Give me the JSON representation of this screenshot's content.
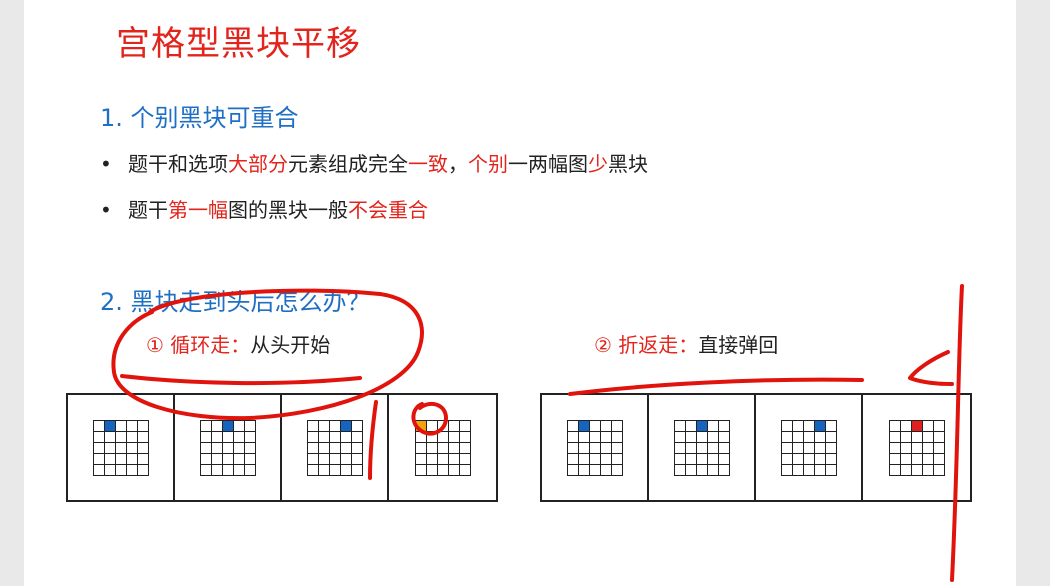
{
  "title": "宫格型黑块平移",
  "section1": {
    "heading": "1. 个别黑块可重合",
    "bullets": [
      {
        "segments": [
          {
            "text": "题干和选项",
            "red": false
          },
          {
            "text": "大部分",
            "red": true
          },
          {
            "text": "元素组成完全",
            "red": false
          },
          {
            "text": "一致",
            "red": true
          },
          {
            "text": "，",
            "red": false
          },
          {
            "text": "个别",
            "red": true
          },
          {
            "text": "一两幅图",
            "red": false
          },
          {
            "text": "少",
            "red": true
          },
          {
            "text": "黑块",
            "red": false
          }
        ]
      },
      {
        "segments": [
          {
            "text": "题干",
            "red": false
          },
          {
            "text": "第一幅",
            "red": true
          },
          {
            "text": "图的黑块一般",
            "red": false
          },
          {
            "text": "不会重合",
            "red": true
          }
        ]
      }
    ]
  },
  "section2": {
    "heading": "2. 黑块走到头后怎么办？",
    "left_label": {
      "prefix": "① 循环走：",
      "text": "从头开始"
    },
    "right_label": {
      "prefix": "② 折返走：",
      "text": "直接弹回"
    }
  },
  "colors": {
    "title": "#e2241c",
    "heading": "#1f6fc4",
    "highlight": "#e2241c",
    "blue_cell": "#1565c0",
    "orange_cell": "#f0a30a",
    "red_cell": "#e02020",
    "ink": "#e0140c"
  },
  "figures": {
    "cyclic": {
      "panels": [
        {
          "highlight": [
            0,
            1
          ],
          "color": "blue"
        },
        {
          "highlight": [
            0,
            2
          ],
          "color": "blue"
        },
        {
          "highlight": [
            0,
            3
          ],
          "color": "blue"
        },
        {
          "highlight": [
            0,
            0
          ],
          "color": "orange"
        }
      ]
    },
    "bounce": {
      "panels": [
        {
          "highlight": [
            0,
            1
          ],
          "color": "blue"
        },
        {
          "highlight": [
            0,
            2
          ],
          "color": "blue"
        },
        {
          "highlight": [
            0,
            3
          ],
          "color": "blue"
        },
        {
          "highlight": [
            0,
            2
          ],
          "color": "red"
        }
      ]
    }
  }
}
